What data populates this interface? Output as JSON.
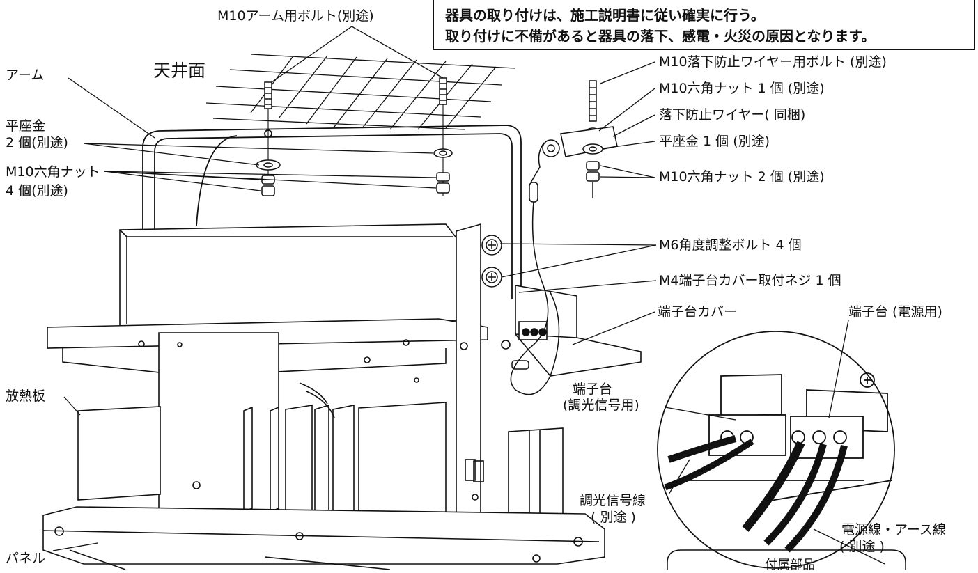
{
  "warning": {
    "line1": "器具の取り付けは、施工説明書に従い確実に行う。",
    "line2": "取り付けに不備があると器具の落下、感電・火災の原因となります。"
  },
  "labels": {
    "arm_bolt": "M10アーム用ボルト(別途)",
    "ceiling": "天井面",
    "arm": "アーム",
    "washer_a": "平座金",
    "washer_b": "2 個(別途)",
    "nut_a": "M10六角ナット",
    "nut_b": "4 個(別途)",
    "wire_bolt": "M10落下防止ワイヤー用ボルト (別途)",
    "wire_nut1": "M10六角ナット 1 個 (別途)",
    "safety_wire": "落下防止ワイヤー( 同梱)",
    "wire_washer": "平座金 1 個 (別途)",
    "wire_nut2": "M10六角ナット 2 個 (別途)",
    "angle_bolt": "M6角度調整ボルト 4 個",
    "cover_screw": "M4端子台カバー取付ネジ 1 個",
    "terminal_cover": "端子台カバー",
    "terminal_power": "端子台 (電源用)",
    "terminal_dim_a": "端子台",
    "terminal_dim_b": "(調光信号用)",
    "heatsink": "放熱板",
    "dim_wire_a": "調光信号線",
    "dim_wire_b": "( 別途 )",
    "power_wire_a": "電源線・アース線",
    "power_wire_b": "( 別途 )",
    "panel": "パネル",
    "accessories": "付属部品"
  }
}
